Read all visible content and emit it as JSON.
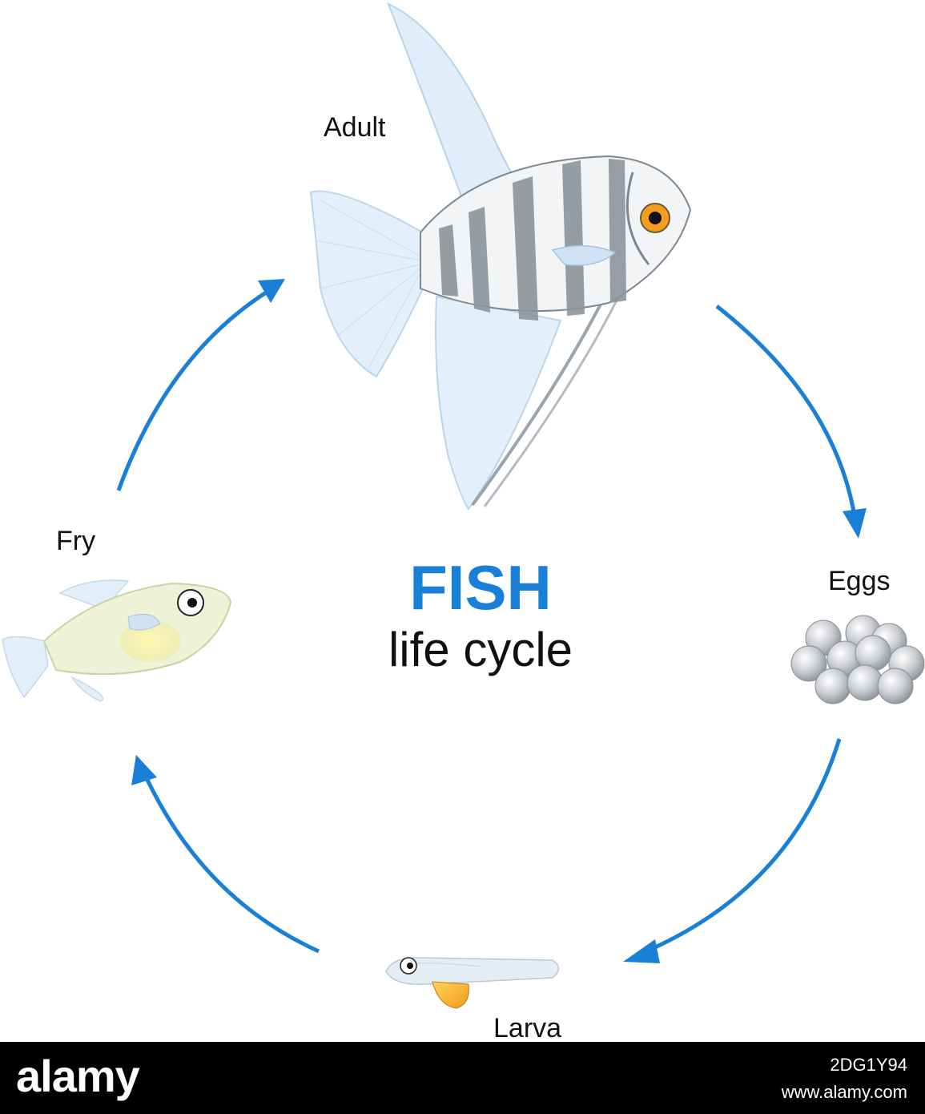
{
  "diagram": {
    "title": "FISH",
    "subtitle": "life cycle",
    "stages": {
      "adult": "Adult",
      "eggs": "Eggs",
      "larva": "Larva",
      "fry": "Fry"
    },
    "arrow_color": "#1a7fd6"
  },
  "footer": {
    "brand": "alamy",
    "image_id": "2DG1Y94",
    "site": "www.alamy.com"
  }
}
